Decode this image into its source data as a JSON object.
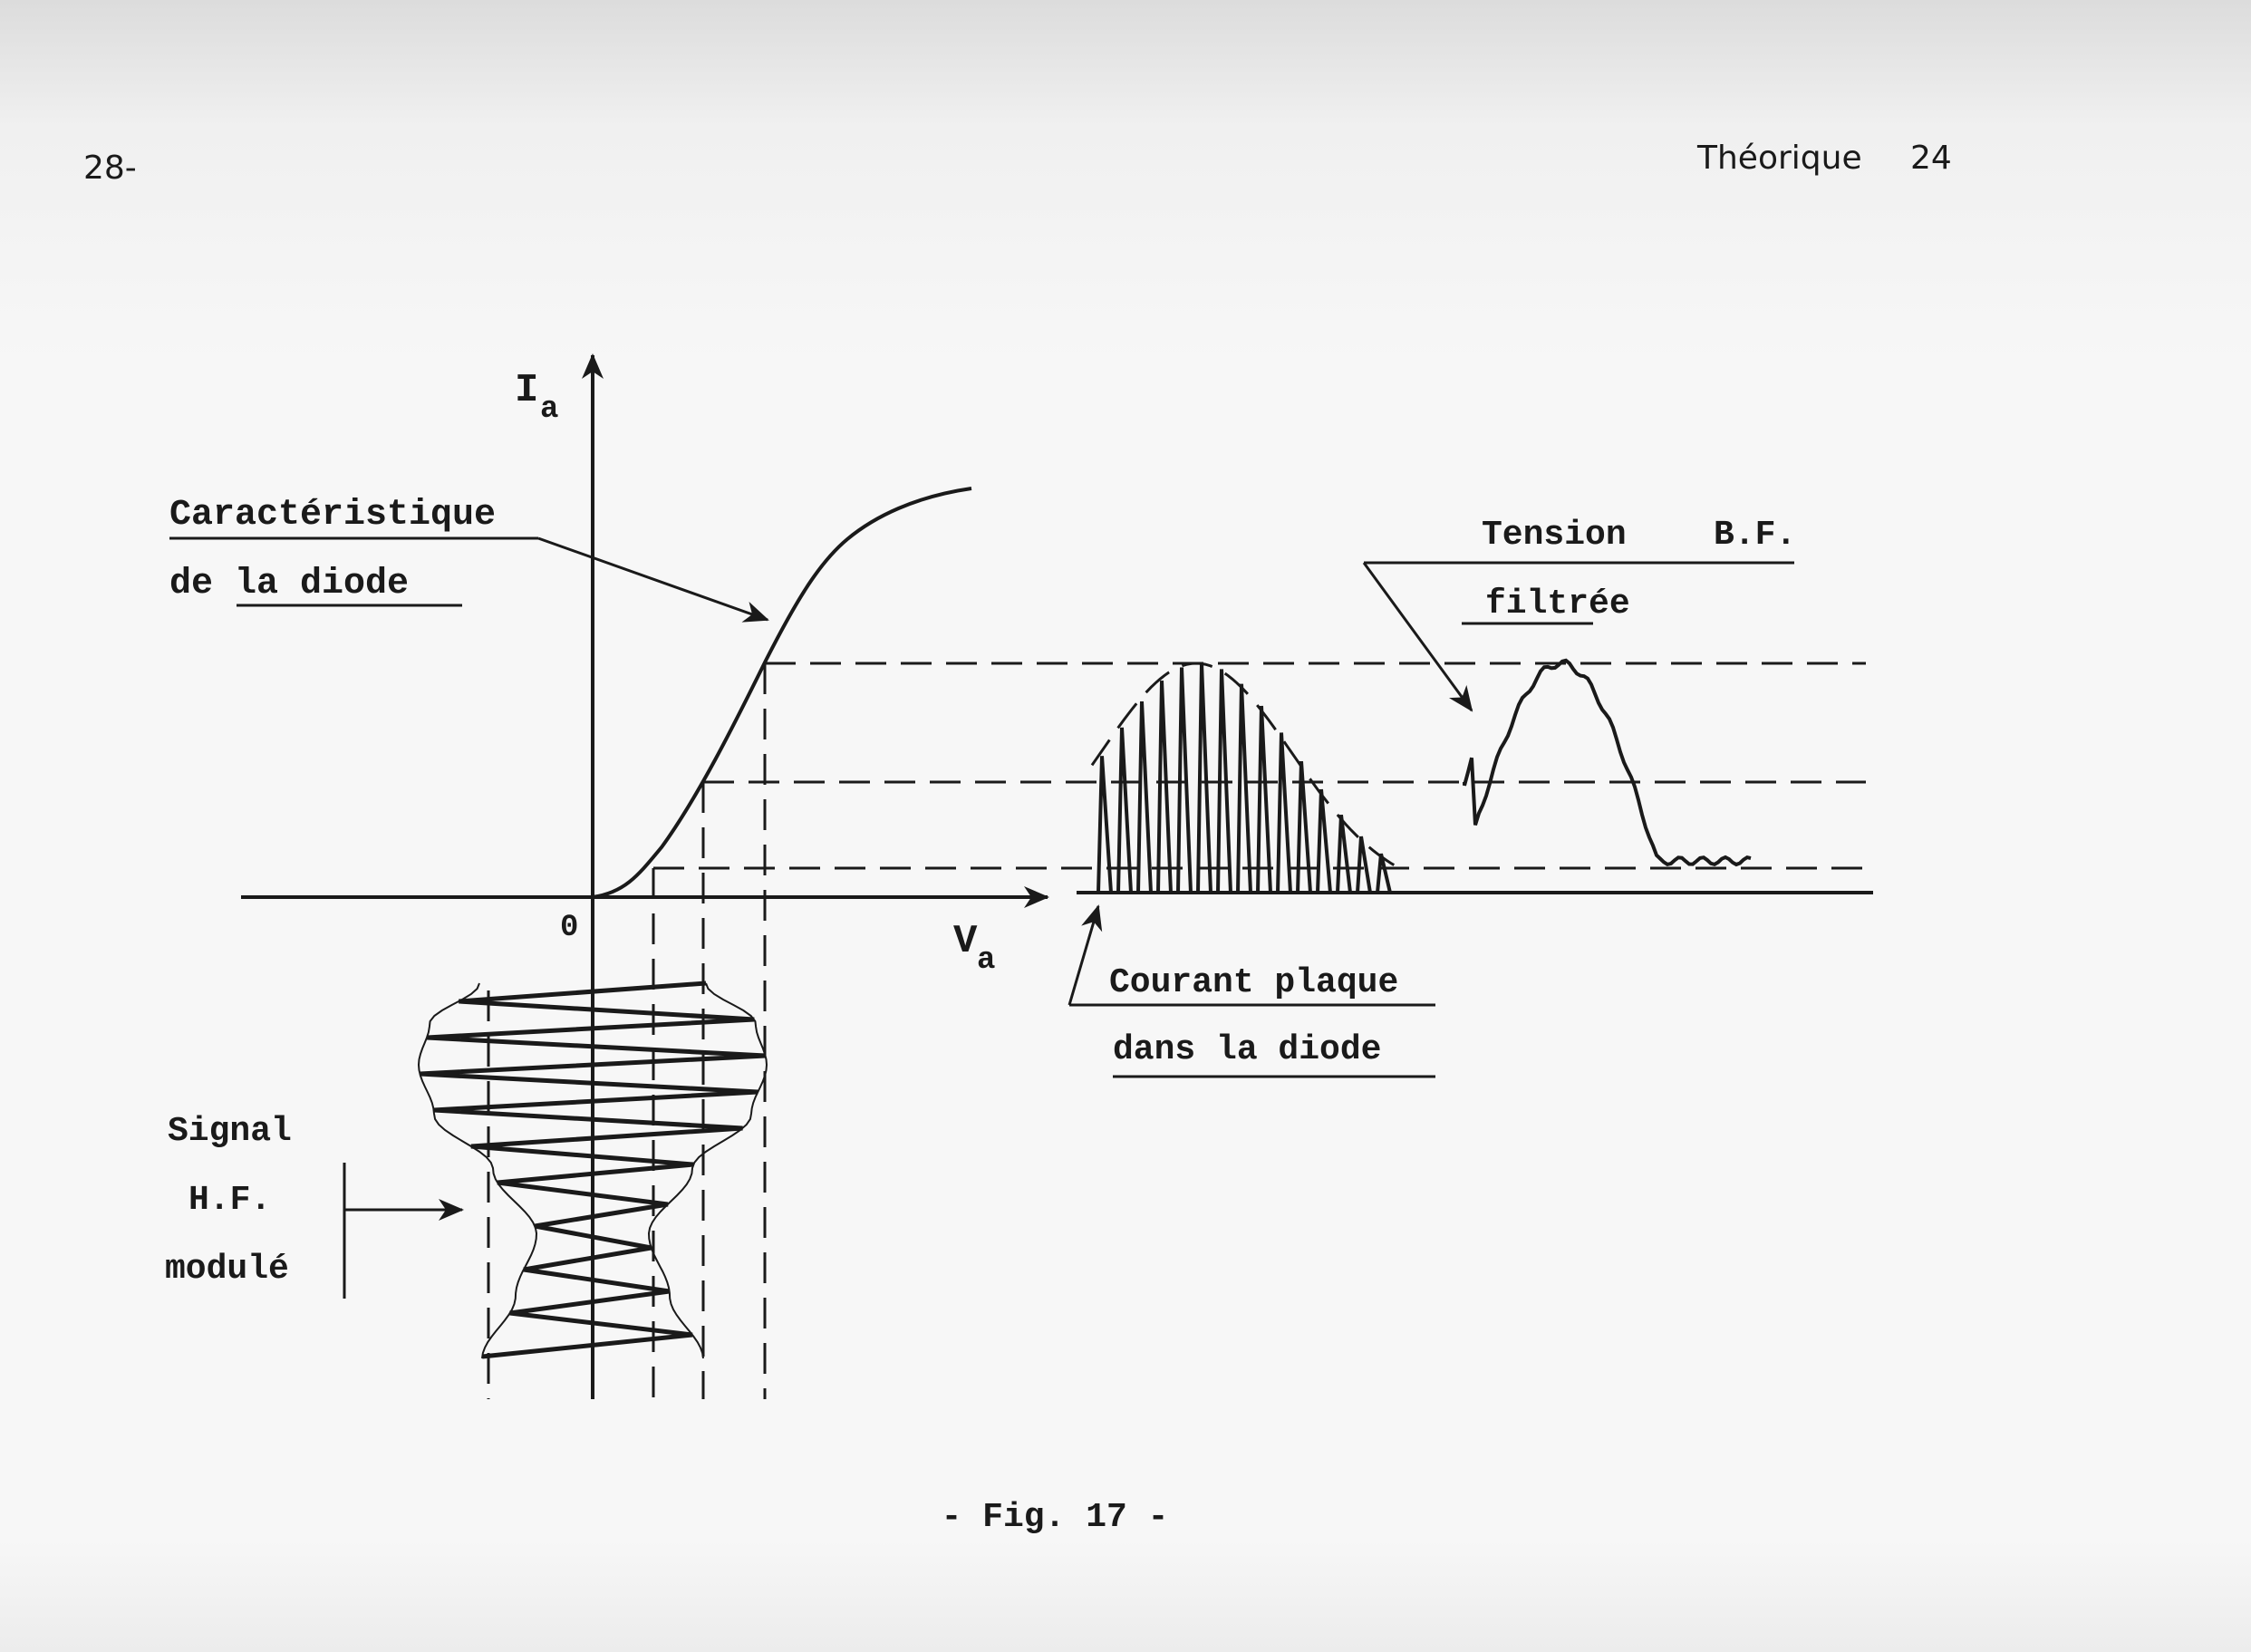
{
  "header": {
    "page_number": "28-",
    "section": "Théorique",
    "section_number": "24"
  },
  "figure": {
    "caption": "- Fig. 17 -",
    "axis_y_label": "I",
    "axis_y_sub": "a",
    "axis_x_label": "V",
    "axis_x_sub": "a",
    "origin_label": "0",
    "characteristic_label": [
      "Caractéristique",
      "de la diode"
    ],
    "signal_label": [
      "Signal",
      "H.F.",
      "modulé"
    ],
    "plate_current_label": [
      "Courant plaque",
      "dans la diode"
    ],
    "bf_label": [
      "Tension",
      "B.F.",
      "filtrée"
    ]
  },
  "colors": {
    "ink": "#1a1a1a",
    "paper": "#f7f7f7"
  }
}
